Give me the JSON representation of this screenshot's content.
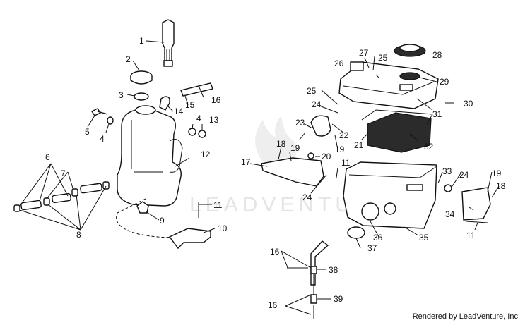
{
  "watermark": "LEADVENTURE",
  "footer": "Rendered by LeadVenture, Inc.",
  "callouts": {
    "n1": "1",
    "n2": "2",
    "n3": "3",
    "n4a": "4",
    "n4b": "4",
    "n5": "5",
    "n6": "6",
    "n7": "7",
    "n8": "8",
    "n9": "9",
    "n10": "10",
    "n11a": "11",
    "n11b": "11",
    "n11c": "11",
    "n12": "12",
    "n13": "13",
    "n14": "14",
    "n15": "15",
    "n16a": "16",
    "n16b": "16",
    "n16c": "16",
    "n17": "17",
    "n18a": "18",
    "n18b": "18",
    "n19a": "19",
    "n19b": "19",
    "n19c": "19",
    "n20": "20",
    "n21": "21",
    "n22": "22",
    "n23": "23",
    "n24a": "24",
    "n24b": "24",
    "n24c": "24",
    "n25a": "25",
    "n25b": "25",
    "n26": "26",
    "n27": "27",
    "n28": "28",
    "n29": "29",
    "n30": "30",
    "n31": "31",
    "n32": "32",
    "n33": "33",
    "n34": "34",
    "n35": "35",
    "n36": "36",
    "n37": "37",
    "n38": "38",
    "n39": "39"
  }
}
